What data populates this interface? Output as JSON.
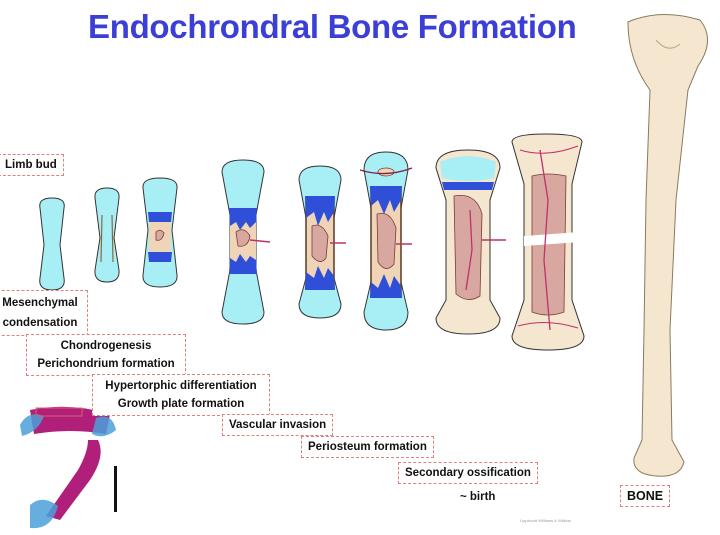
{
  "title": "Endochrondral Bone Formation",
  "labels": {
    "limb_bud": "Limb bud",
    "mesenchymal_1": "Mesenchymal",
    "mesenchymal_2": "condensation",
    "chondro_1": "Chondrogenesis",
    "chondro_2": "Perichondrium formation",
    "hyper_1": "Hypertorphic differentiation",
    "hyper_2": "Growth plate formation",
    "vascular": "Vascular invasion",
    "periosteum": "Periosteum formation",
    "secondary": "Secondary ossification",
    "birth": "~ birth",
    "bone": "BONE"
  },
  "credit": "Lippincott Williams & Wilkins",
  "colors": {
    "title": "#3b3fd6",
    "cartilage": "#a8eef5",
    "hypertrophic_blue": "#2f4fd8",
    "bone_marrow": "#d8a8a0",
    "vessel": "#c0306a",
    "mature_bone": "#f5e6cf"
  }
}
